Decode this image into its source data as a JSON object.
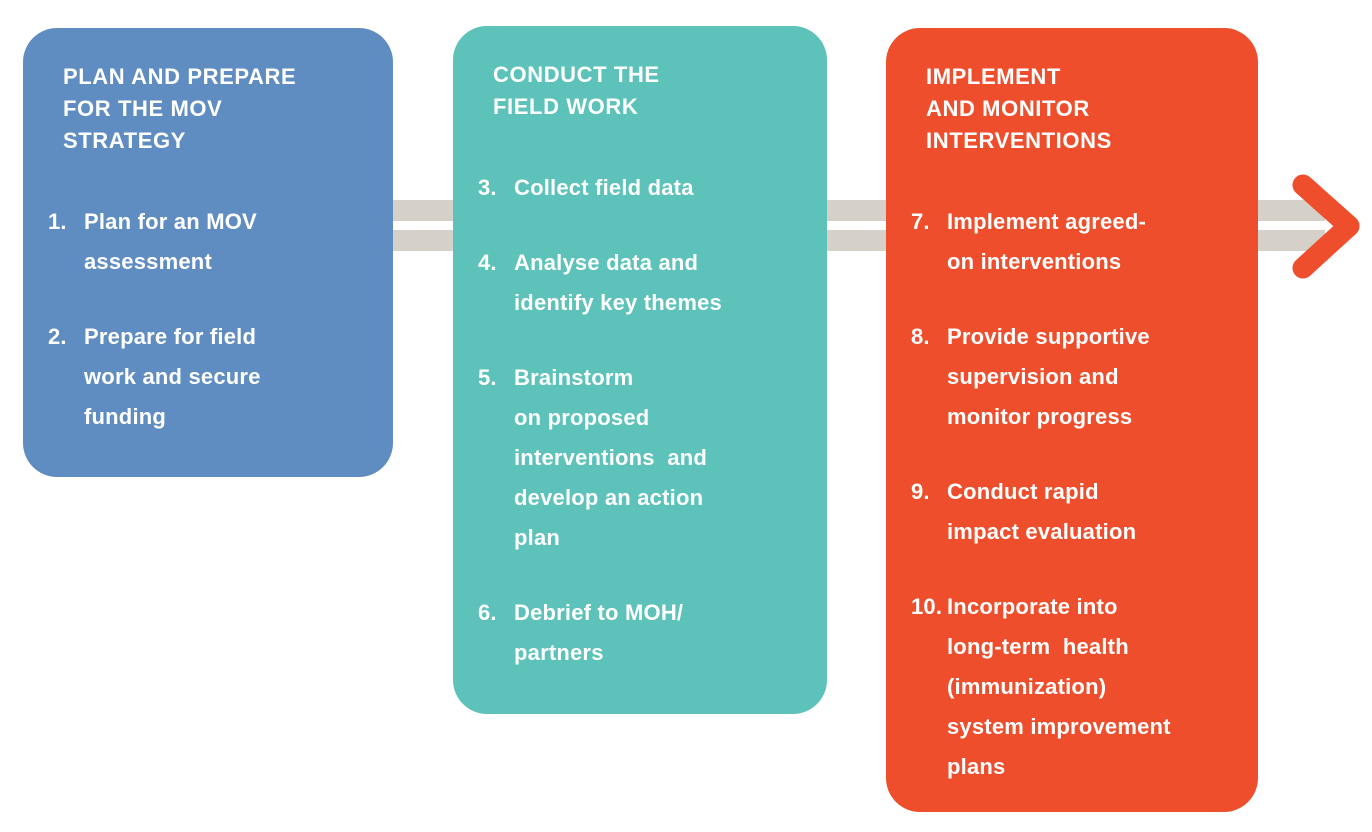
{
  "figure": {
    "background_color": "#ffffff",
    "connector_color": "#d5d1c9",
    "arrow_color": "#ee4e2b",
    "text_color": "#ffffff",
    "arrow_icon": "chevron-right-icon"
  },
  "boxes": [
    {
      "name": "plan-and-prepare",
      "color": "#5f8dc1",
      "title": "PLAN AND PREPARE\nFOR THE MOV\nSTRATEGY",
      "items": [
        {
          "number": "1.",
          "text": "Plan for an MOV\nassessment"
        },
        {
          "number": "2.",
          "text": "Prepare for field\nwork and secure\nfunding"
        }
      ]
    },
    {
      "name": "conduct-the-field-work",
      "color": "#5cc2ba",
      "title": "CONDUCT THE\nFIELD WORK",
      "items": [
        {
          "number": "3.",
          "text": "Collect field data"
        },
        {
          "number": "4.",
          "text": "Analyse data and\nidentify key themes"
        },
        {
          "number": "5.",
          "text": "Brainstorm\non proposed\ninterventions  and\ndevelop an action\nplan"
        },
        {
          "number": "6.",
          "text": "Debrief to MOH/\npartners"
        }
      ]
    },
    {
      "name": "implement-and-monitor",
      "color": "#ee4e2b",
      "title": "IMPLEMENT\nAND MONITOR\nINTERVENTIONS",
      "items": [
        {
          "number": "7.",
          "text": "Implement agreed-\non interventions"
        },
        {
          "number": "8.",
          "text": "Provide supportive\nsupervision and\nmonitor progress"
        },
        {
          "number": "9.",
          "text": "Conduct rapid\nimpact evaluation"
        },
        {
          "number": "10.",
          "text": "Incorporate into\nlong-term  health\n(immunization)\nsystem improvement\nplans"
        }
      ]
    }
  ]
}
